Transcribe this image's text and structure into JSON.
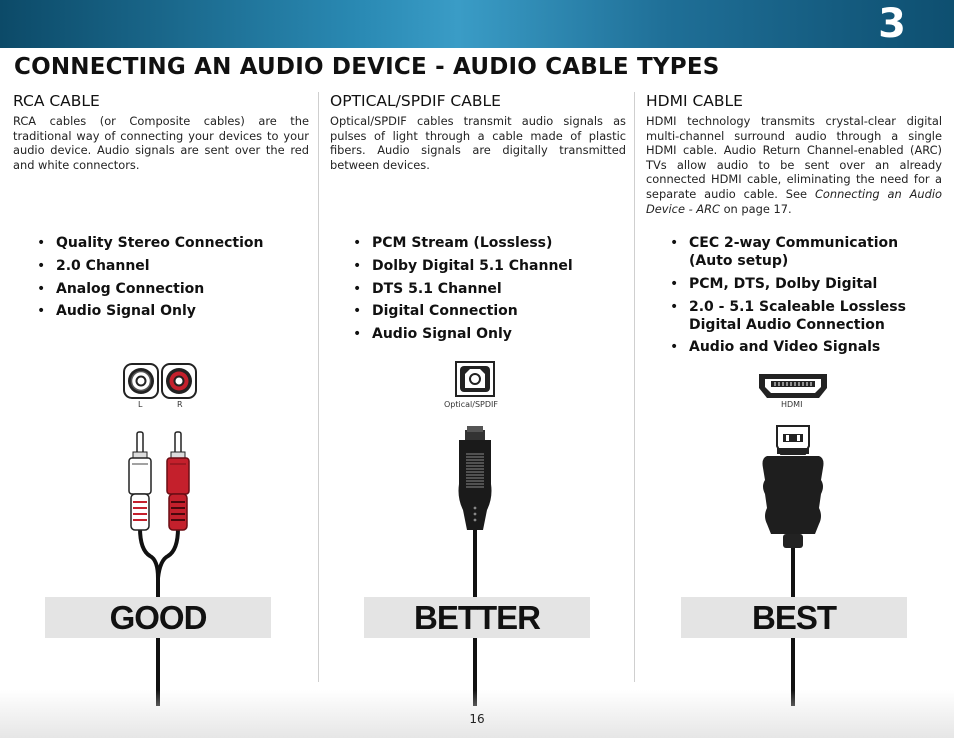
{
  "header": {
    "chapter": "3"
  },
  "title": "CONNECTING AN AUDIO DEVICE - AUDIO CABLE TYPES",
  "columns": [
    {
      "heading": "RCA CABLE",
      "text": "RCA cables (or Composite cables) are the traditional way of connecting your devices to your audio device. Audio signals are sent over the red and white connectors.",
      "features": [
        "Quality Stereo Connection",
        "2.0 Channel",
        "Analog Connection",
        "Audio Signal Only"
      ],
      "jack_labels": [
        "L",
        "R"
      ],
      "rating": "GOOD"
    },
    {
      "heading": "OPTICAL/SPDIF CABLE",
      "text": "Optical/SPDIF cables transmit audio signals as pulses of light through a cable made of plastic fibers. Audio signals are digitally transmitted between devices.",
      "features": [
        "PCM Stream (Lossless)",
        "Dolby Digital 5.1 Channel",
        "DTS 5.1 Channel",
        "Digital Connection",
        "Audio Signal Only"
      ],
      "jack_labels": [
        "Optical/SPDIF"
      ],
      "rating": "BETTER"
    },
    {
      "heading": "HDMI CABLE",
      "text_before": "HDMI technology transmits crystal-clear digital multi-channel surround audio through a single HDMI cable. Audio Return Channel-enabled (ARC) TVs allow audio to be sent over an already connected HDMI cable, eliminating the need for a separate audio cable. See ",
      "text_link": "Connecting an Audio Device - ARC",
      "text_after": " on page 17.",
      "features": [
        "CEC 2-way Communication (Auto setup)",
        "PCM, DTS, Dolby Digital",
        "2.0 - 5.1 Scaleable Lossless Digital Audio Connection",
        "Audio and Video Signals"
      ],
      "jack_labels": [
        "HDMI"
      ],
      "rating": "BEST"
    }
  ],
  "page_number": "16",
  "colors": {
    "header_blue": "#2a8ab4",
    "rca_red": "#c4202c",
    "badge_gray": "#e4e4e4"
  }
}
